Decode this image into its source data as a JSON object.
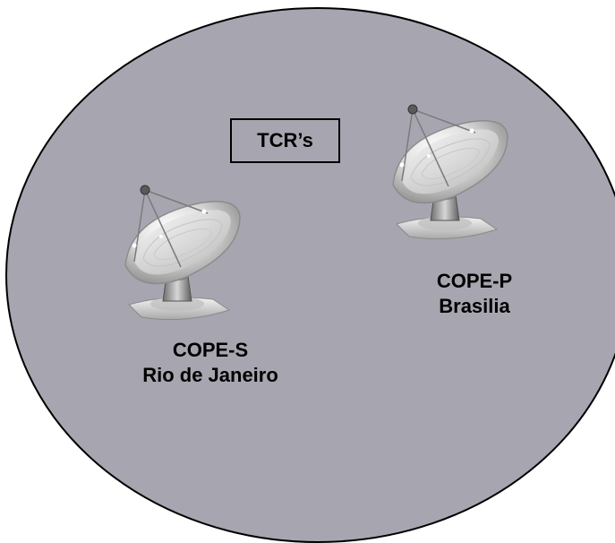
{
  "diagram": {
    "label_box": "TCR’s",
    "sites": [
      {
        "code": "COPE-S",
        "city": "Rio de Janeiro",
        "icon": "satellite-dish-icon"
      },
      {
        "code": "COPE-P",
        "city": "Brasilia",
        "icon": "satellite-dish-icon"
      }
    ],
    "colors": {
      "region_fill": "#a7a6b0",
      "region_stroke": "#000000",
      "dish_body": "#e8e8e8",
      "dish_shadow": "#9a9a9a"
    }
  }
}
